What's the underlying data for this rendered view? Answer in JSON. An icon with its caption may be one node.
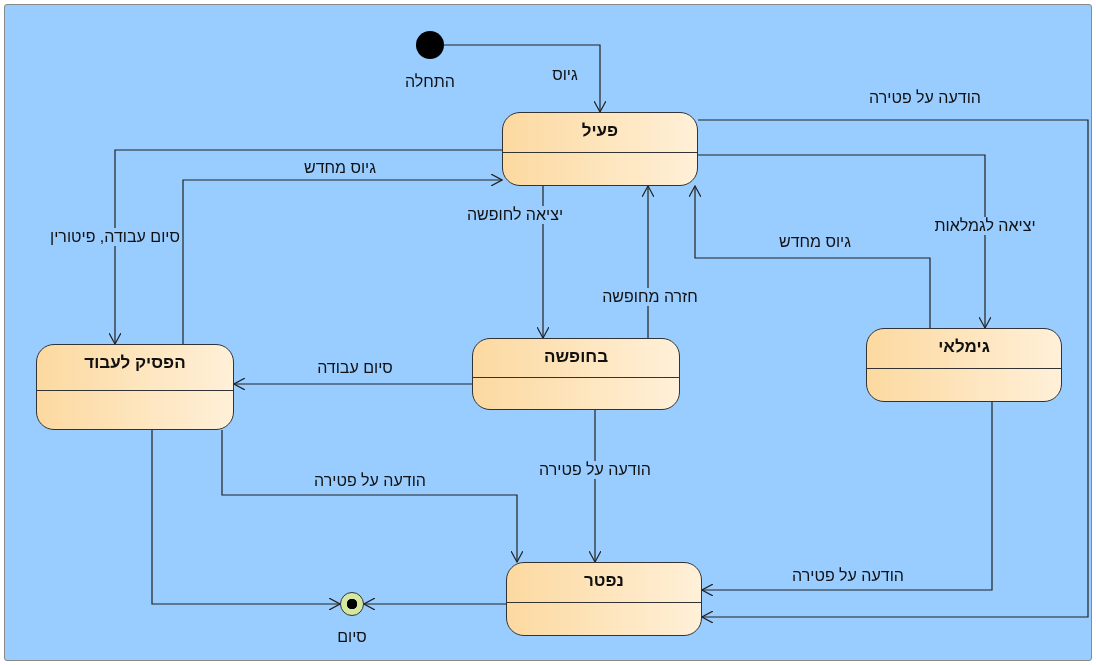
{
  "diagram": {
    "nodes": [
      {
        "text": [],
        "shape": "circle",
        "beside": [
          "התחלה"
        ]
      },
      {
        "text": [
          "פעיל"
        ]
      },
      {
        "text": [
          "בחופשה"
        ]
      },
      {
        "text": [
          "גימלאי"
        ]
      },
      {
        "text": [
          "הפסיק לעבוד"
        ]
      },
      {
        "text": [
          "נפטר"
        ]
      },
      {
        "text": [],
        "shape": "circle",
        "beside": [
          "סיום"
        ]
      }
    ],
    "edges": [
      {
        "from": 0,
        "to": 1,
        "arrow": "to",
        "label": "גיוס"
      },
      {
        "from": 1,
        "to": 4,
        "arrow": "to",
        "label": "סיום עבודה, פיטורין"
      },
      {
        "from": 4,
        "to": 1,
        "arrow": "to",
        "label": "גיוס מחדש"
      },
      {
        "from": 1,
        "to": 2,
        "arrow": "to",
        "label": "יציאה לחופשה"
      },
      {
        "from": 2,
        "to": 1,
        "arrow": "to",
        "label": "חזרה מחופשה"
      },
      {
        "from": 1,
        "to": 3,
        "arrow": "to",
        "label": "יציאה לגמלאות"
      },
      {
        "from": 3,
        "to": 1,
        "arrow": "to",
        "label": "גיוס מחדש"
      },
      {
        "from": 1,
        "to": 5,
        "arrow": "to",
        "label": "הודעה על פטירה"
      },
      {
        "from": 2,
        "to": 4,
        "arrow": "to",
        "label": "סיום עבודה"
      },
      {
        "from": 2,
        "to": 5,
        "arrow": "to",
        "label": "הודעה על פטירה"
      },
      {
        "from": 4,
        "to": 5,
        "arrow": "to",
        "label": "הודעה על פטירה"
      },
      {
        "from": 3,
        "to": 5,
        "arrow": "to",
        "label": "הודעה על פטירה"
      },
      {
        "from": 4,
        "to": 6,
        "arrow": "to"
      },
      {
        "from": 5,
        "to": 6,
        "arrow": "to"
      }
    ]
  }
}
